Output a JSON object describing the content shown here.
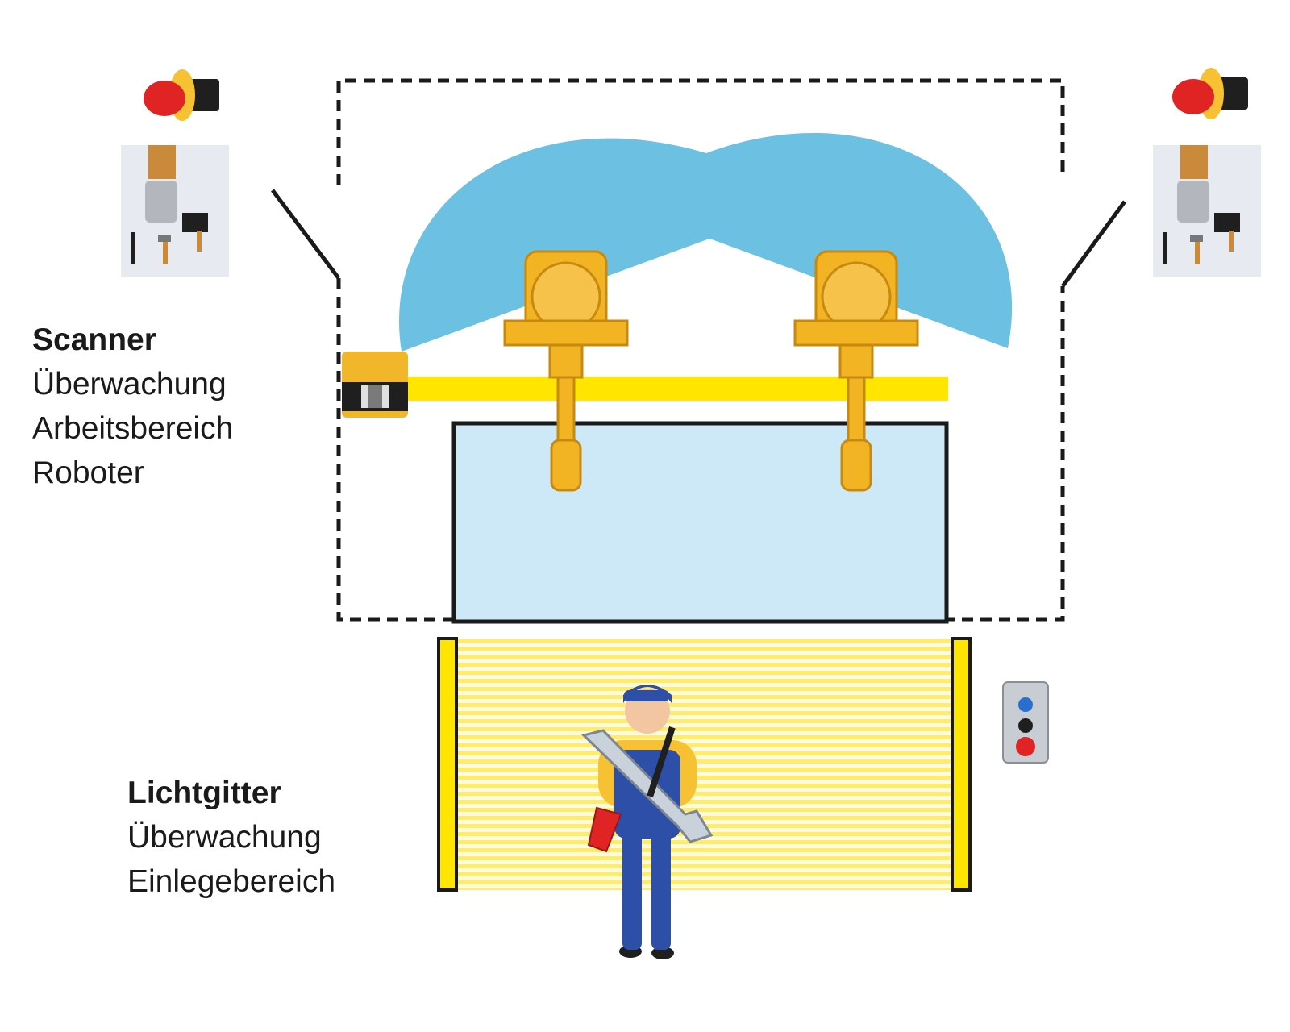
{
  "scanner_label": {
    "title": "Scanner",
    "lines": [
      "Überwachung",
      "Arbeitsbereich",
      "Roboter"
    ]
  },
  "lightgrid_label": {
    "title": "Lichtgitter",
    "lines": [
      "Überwachung",
      "Einlegebereich"
    ]
  },
  "colors": {
    "scan_field": "#6cc0e2",
    "work_table": "#cde9f8",
    "robot": "#f3b424",
    "rail": "#ffe500",
    "light_curtain": "#ffec4d",
    "fence": "#1a1a1a",
    "worker_overall": "#2d4fa8",
    "estop_red": "#e02424"
  },
  "icons": [
    "emergency-stop-icon",
    "safety-switch-icon",
    "laser-scanner-icon",
    "industrial-robot-icon",
    "light-curtain-icon",
    "worker-icon",
    "control-box-icon"
  ]
}
